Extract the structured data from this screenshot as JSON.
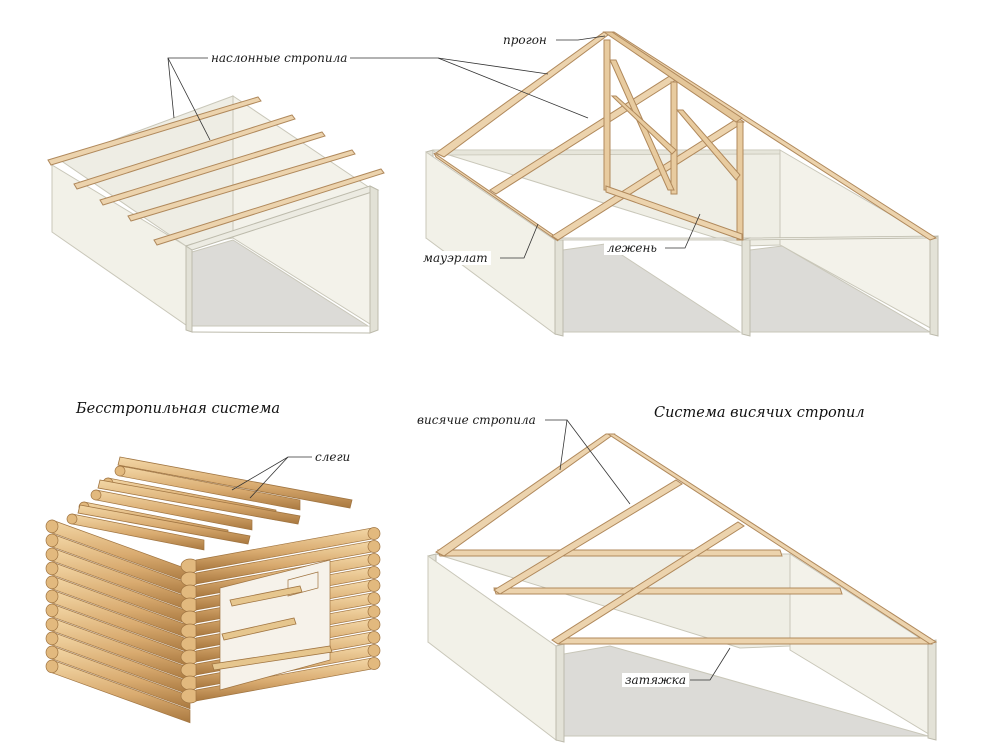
{
  "labels": {
    "naslonnye_stropila": "наслонные стропила",
    "progon": "прогон",
    "mauerlat": "мауэрлат",
    "lezhen": "лежень",
    "slegi": "слеги",
    "visyachie_stropila": "висячие стропила",
    "zatyazhka": "затяжка"
  },
  "titles": {
    "besstropilnaya": "Бесстропильная система",
    "sistema_visyachih": "Система висячих стропил"
  },
  "colors": {
    "wall_light": "#f2f1e8",
    "wall_shade": "#e4e3d8",
    "floor": "#dddcd8",
    "timber": "#ecd3ad",
    "timber_edge": "#b0895c",
    "log": "#dcb27a",
    "log_edge": "#a07542"
  }
}
